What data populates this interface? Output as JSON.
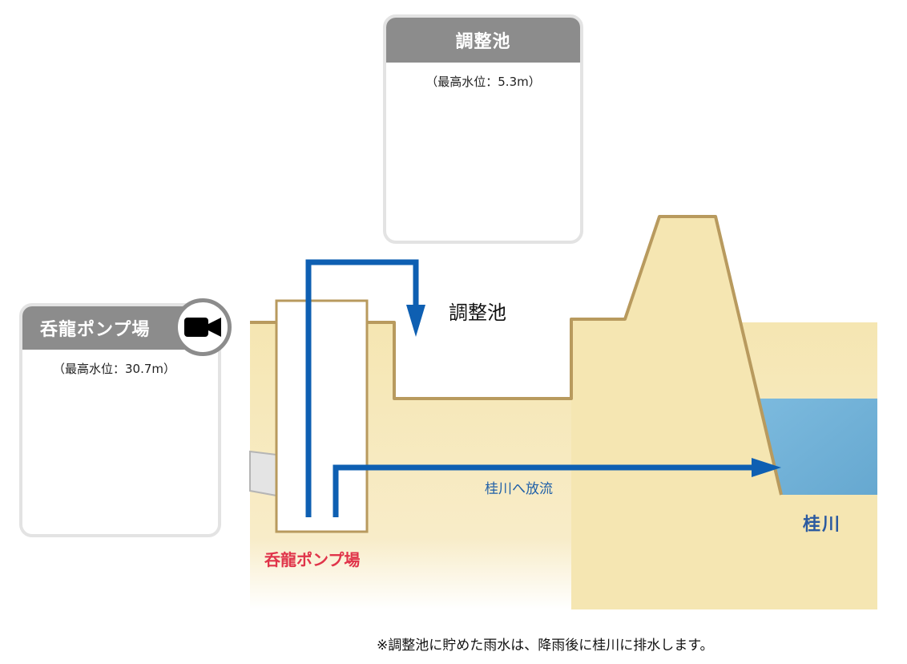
{
  "chosei_card": {
    "title": "調整池",
    "max_level": "（最高水位：5.3m）"
  },
  "pump_card": {
    "title": "呑龍ポンプ場",
    "max_level": "（最高水位：30.7m）",
    "camera_icon": "video-camera-icon"
  },
  "diagram": {
    "reservoir_label": "調整池",
    "discharge_label": "桂川へ放流",
    "river_label": "桂川",
    "pump_label": "呑龍ポンプ場"
  },
  "footnote": "※調整池に貯めた雨水は、降雨後に桂川に排水します。",
  "colors": {
    "ground": "#f5e6b2",
    "ground_outline": "#b89a5e",
    "flow_arrow": "#0e5fb2",
    "river": "#74b3d8",
    "header_gray": "#8c8c8c",
    "pump_label_red": "#e0344a",
    "river_label_blue": "#2b5aa0"
  }
}
